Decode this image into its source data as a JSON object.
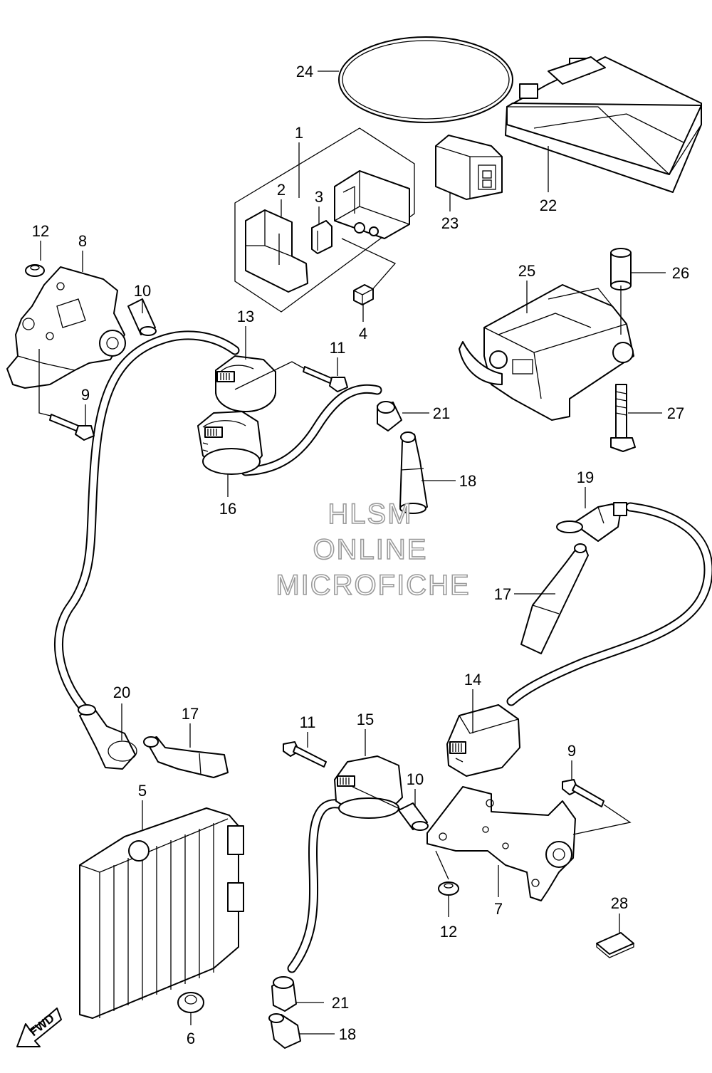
{
  "watermark": {
    "line1": "HLSM",
    "line2": "ONLINE",
    "line3": "MICROFICHE"
  },
  "fwd_label": "FWD",
  "callouts": {
    "c1": "1",
    "c2": "2",
    "c3": "3",
    "c4": "4",
    "c5": "5",
    "c6": "6",
    "c7": "7",
    "c8": "8",
    "c9a": "9",
    "c9b": "9",
    "c10a": "10",
    "c10b": "10",
    "c11a": "11",
    "c11b": "11",
    "c12a": "12",
    "c12b": "12",
    "c13": "13",
    "c14": "14",
    "c15": "15",
    "c16": "16",
    "c17a": "17",
    "c17b": "17",
    "c18a": "18",
    "c18b": "18",
    "c19": "19",
    "c20": "20",
    "c21a": "21",
    "c21b": "21",
    "c22": "22",
    "c23": "23",
    "c24": "24",
    "c25": "25",
    "c26": "26",
    "c27": "27",
    "c28": "28"
  },
  "colors": {
    "line": "#000000",
    "background": "#ffffff",
    "watermark_outline": "#9a9a9a"
  }
}
